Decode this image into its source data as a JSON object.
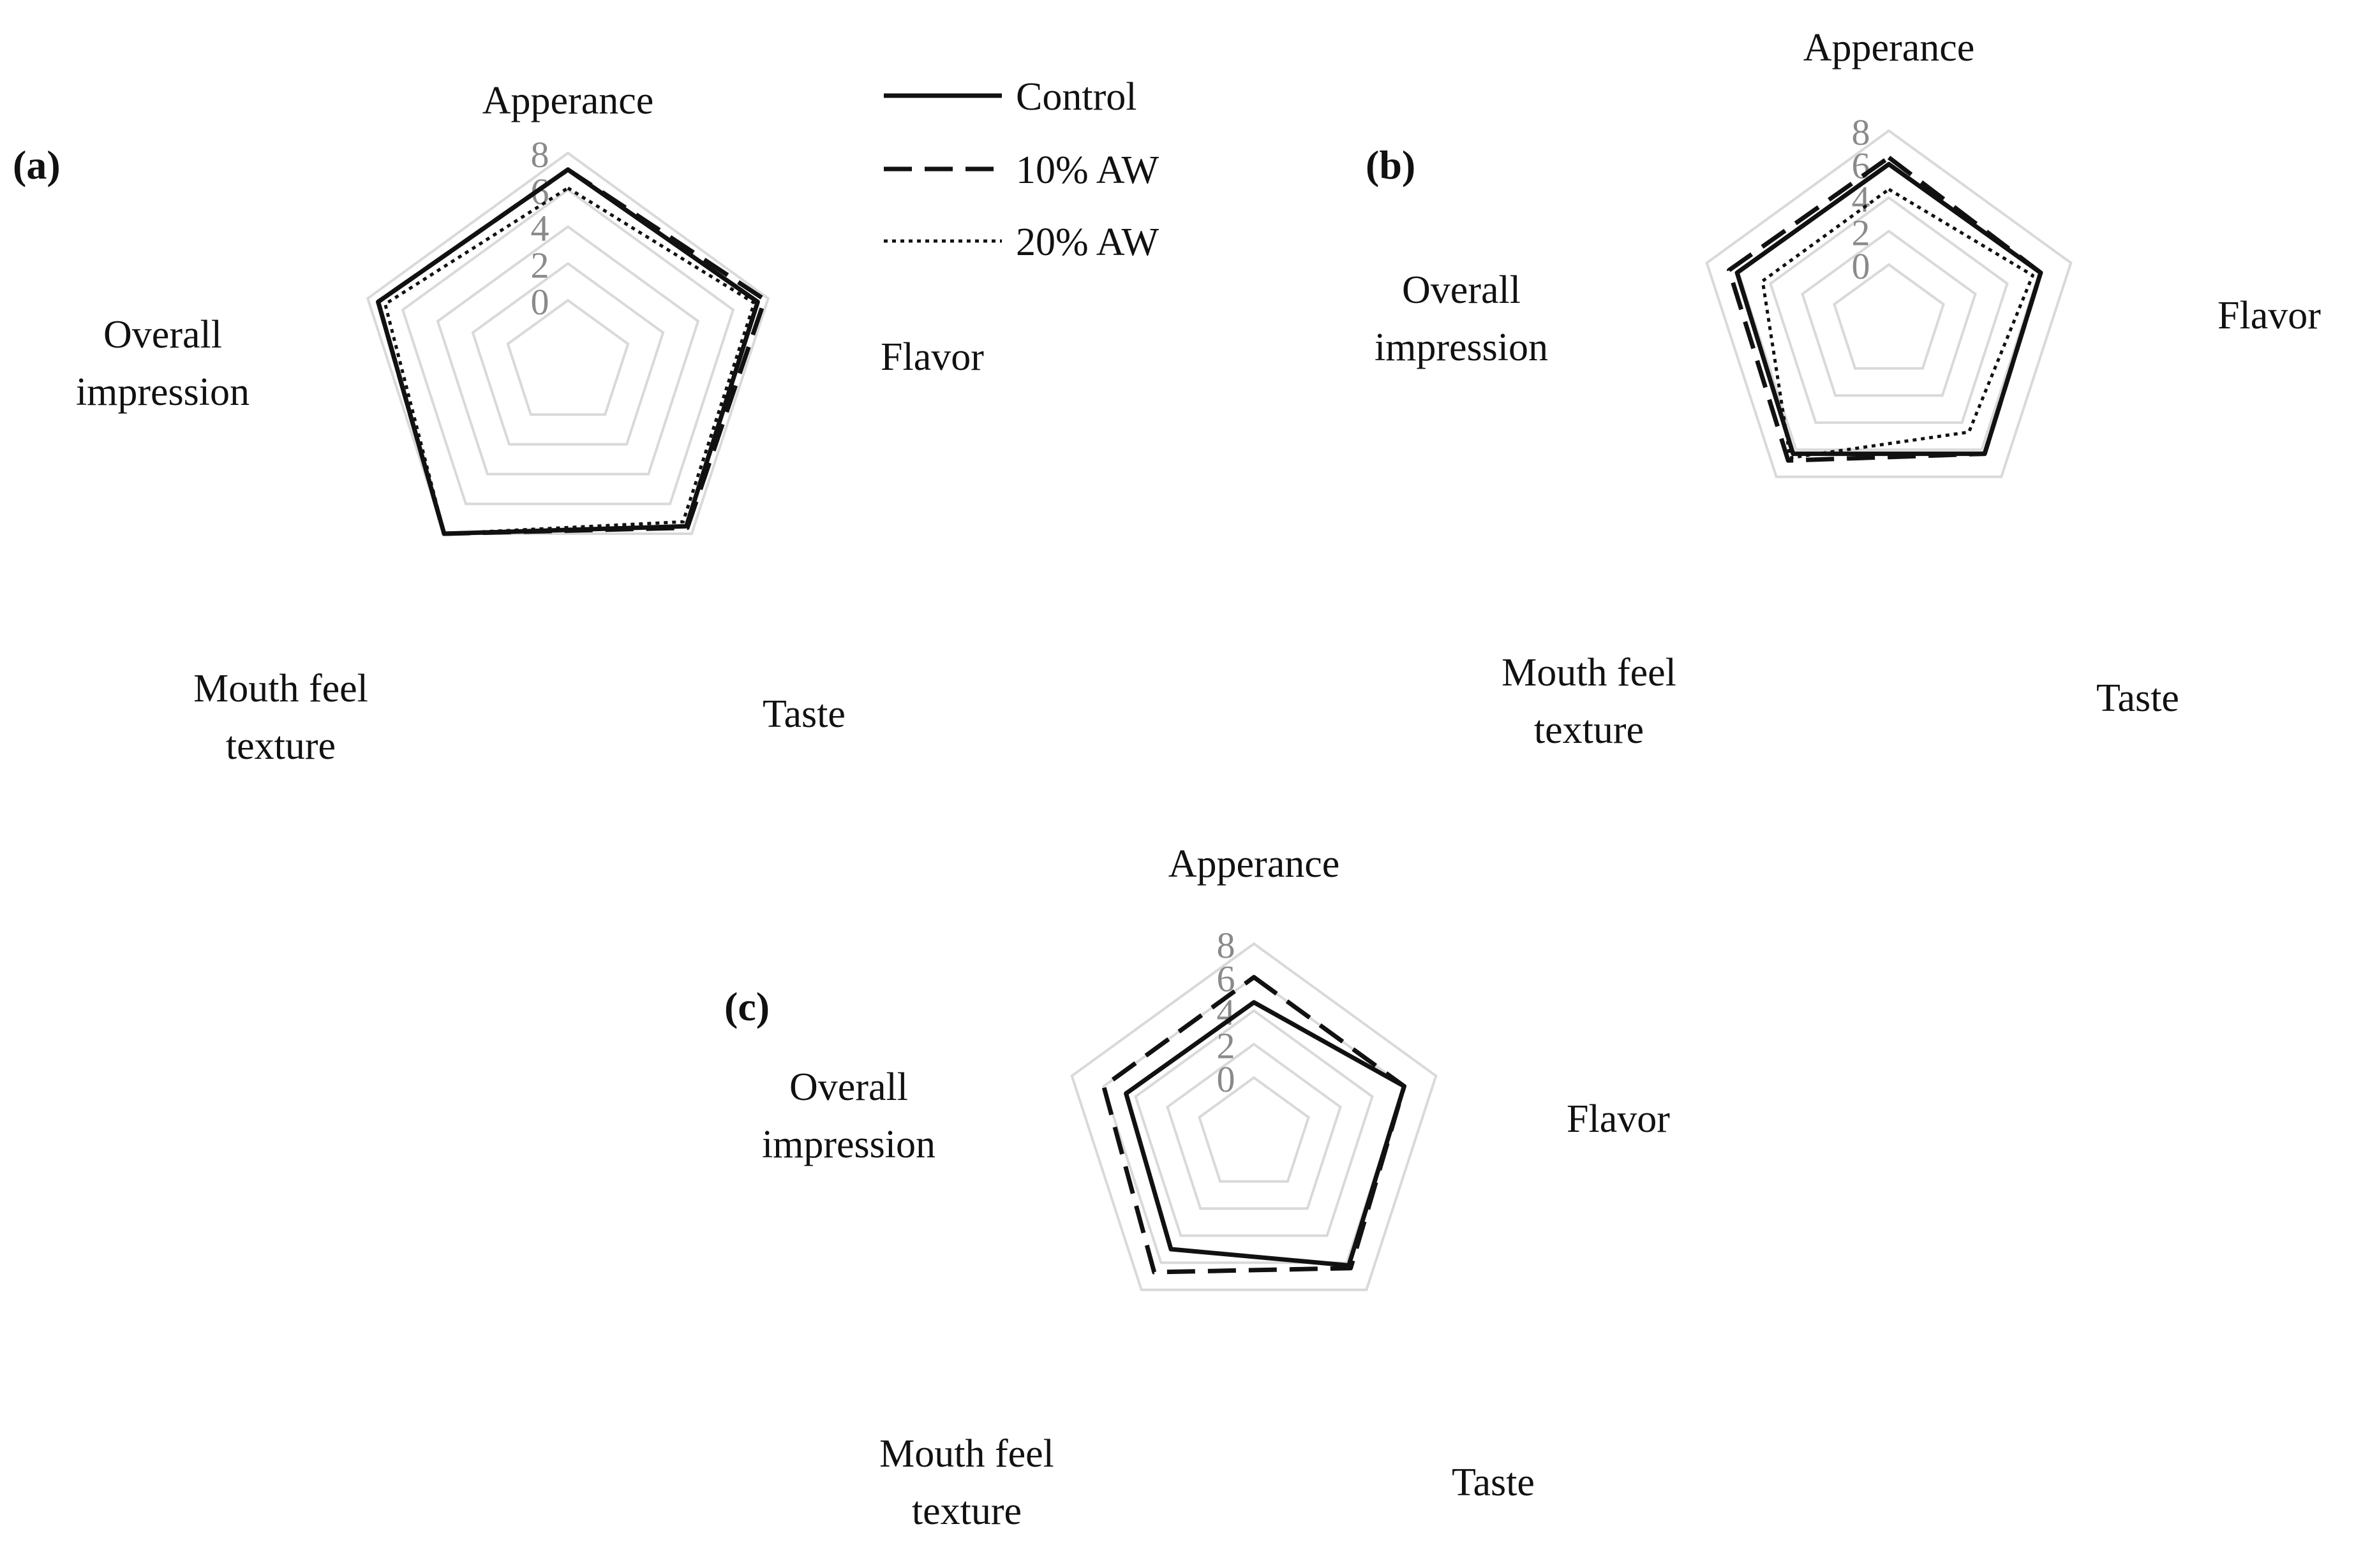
{
  "chart_data": [
    {
      "type": "radar",
      "panel_label": "(a)",
      "axes": [
        "Apperance",
        "Flavor",
        "Taste",
        "Mouth feel texture",
        "Overall impression"
      ],
      "axis_labels": [
        [
          "Apperance"
        ],
        [
          "Flavor"
        ],
        [
          "Taste"
        ],
        [
          "Mouth feel",
          "texture"
        ],
        [
          "Overall",
          "impression"
        ]
      ],
      "ticks": [
        "0",
        "2",
        "4",
        "6",
        "8"
      ],
      "range": [
        0,
        8
      ],
      "grid": true,
      "series": [
        {
          "name": "Control",
          "values": [
            7.1,
            7.4,
            7.5,
            8.0,
            7.4
          ]
        },
        {
          "name": "10% AW",
          "values": [
            7.1,
            7.8,
            7.6,
            8.0,
            7.4
          ]
        },
        {
          "name": "20% AW",
          "values": [
            6.1,
            7.2,
            7.2,
            8.0,
            7.0
          ]
        }
      ]
    },
    {
      "type": "radar",
      "panel_label": "(b)",
      "axes": [
        "Apperance",
        "Flavor",
        "Taste",
        "Mouth feel texture",
        "Overall impression"
      ],
      "axis_labels": [
        [
          "Apperance"
        ],
        [
          "Flavor"
        ],
        [
          "Taste"
        ],
        [
          "Mouth feel",
          "texture"
        ],
        [
          "Overall",
          "impression"
        ]
      ],
      "ticks": [
        "0",
        "2",
        "4",
        "6",
        "8"
      ],
      "range": [
        0,
        8
      ],
      "grid": true,
      "series": [
        {
          "name": "Control",
          "values": [
            6.0,
            6.1,
            6.3,
            6.3,
            6.1
          ]
        },
        {
          "name": "10% AW",
          "values": [
            6.4,
            6.1,
            6.3,
            6.8,
            6.6
          ]
        },
        {
          "name": "20% AW",
          "values": [
            4.5,
            5.6,
            4.7,
            6.6,
            4.5
          ]
        }
      ]
    },
    {
      "type": "radar",
      "panel_label": "(c)",
      "axes": [
        "Apperance",
        "Flavor",
        "Taste",
        "Mouth feel texture",
        "Overall impression"
      ],
      "axis_labels": [
        [
          "Apperance"
        ],
        [
          "Flavor"
        ],
        [
          "Taste"
        ],
        [
          "Mouth feel",
          "texture"
        ],
        [
          "Overall",
          "impression"
        ]
      ],
      "ticks": [
        "0",
        "2",
        "4",
        "6",
        "8"
      ],
      "range": [
        0,
        8
      ],
      "grid": true,
      "series": [
        {
          "name": "Control",
          "values": [
            4.5,
            6.0,
            6.2,
            5.0,
            4.6
          ]
        },
        {
          "name": "10% AW",
          "values": [
            6.0,
            6.0,
            6.4,
            6.7,
            6.0
          ]
        }
      ]
    }
  ],
  "legend": {
    "placement": "top",
    "items": [
      {
        "name": "Control",
        "style": "solid"
      },
      {
        "name": "10% AW",
        "style": "dashed"
      },
      {
        "name": "20% AW",
        "style": "dotted"
      }
    ]
  },
  "colors": {
    "series_line": "#111111",
    "grid": "#d9d9d9",
    "tick_text": "#8a8a8a",
    "text": "#111111"
  }
}
